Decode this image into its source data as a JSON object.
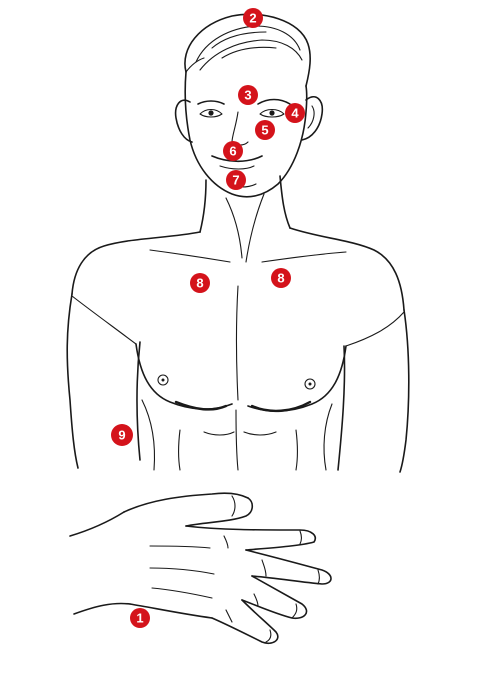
{
  "colors": {
    "marker": "#d4131b",
    "marker_text": "#ffffff",
    "ink": "#1a1a1a",
    "background": "#ffffff"
  },
  "markers": [
    {
      "id": "m2",
      "label": "2"
    },
    {
      "id": "m3",
      "label": "3"
    },
    {
      "id": "m4",
      "label": "4"
    },
    {
      "id": "m5",
      "label": "5"
    },
    {
      "id": "m6",
      "label": "6"
    },
    {
      "id": "m7",
      "label": "7"
    },
    {
      "id": "m8a",
      "label": "8"
    },
    {
      "id": "m8b",
      "label": "8"
    },
    {
      "id": "m9",
      "label": "9"
    },
    {
      "id": "m1",
      "label": "1"
    }
  ]
}
